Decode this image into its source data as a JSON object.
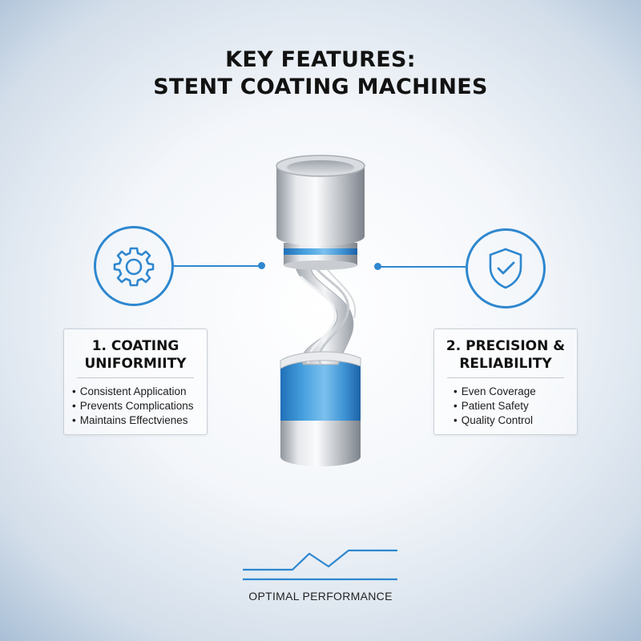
{
  "header": {
    "title_line1": "KEY FEATURES:",
    "title_line2": "STENT COATING MACHINES"
  },
  "features": [
    {
      "icon": "gear-icon",
      "title_line1": "1. COATING",
      "title_line2": "UNIFORMIITY",
      "bullets": [
        "Consistent Application",
        "Prevents Complications",
        "Maintains Effectvienes"
      ]
    },
    {
      "icon": "shield-check-icon",
      "title_line1": "2. PRECISION &",
      "title_line2": "RELIABILITY",
      "bullets": [
        "Even Coverage",
        "Patient Safety",
        "Quality Control"
      ]
    }
  ],
  "footer": {
    "label": "OPTIMAL PERFORMANCE",
    "icon": "performance-graph-icon"
  },
  "colors": {
    "accent": "#2e87cf",
    "title": "#121212",
    "coating_blue": "#3f9ad8",
    "metal": "#c9ccd1"
  }
}
